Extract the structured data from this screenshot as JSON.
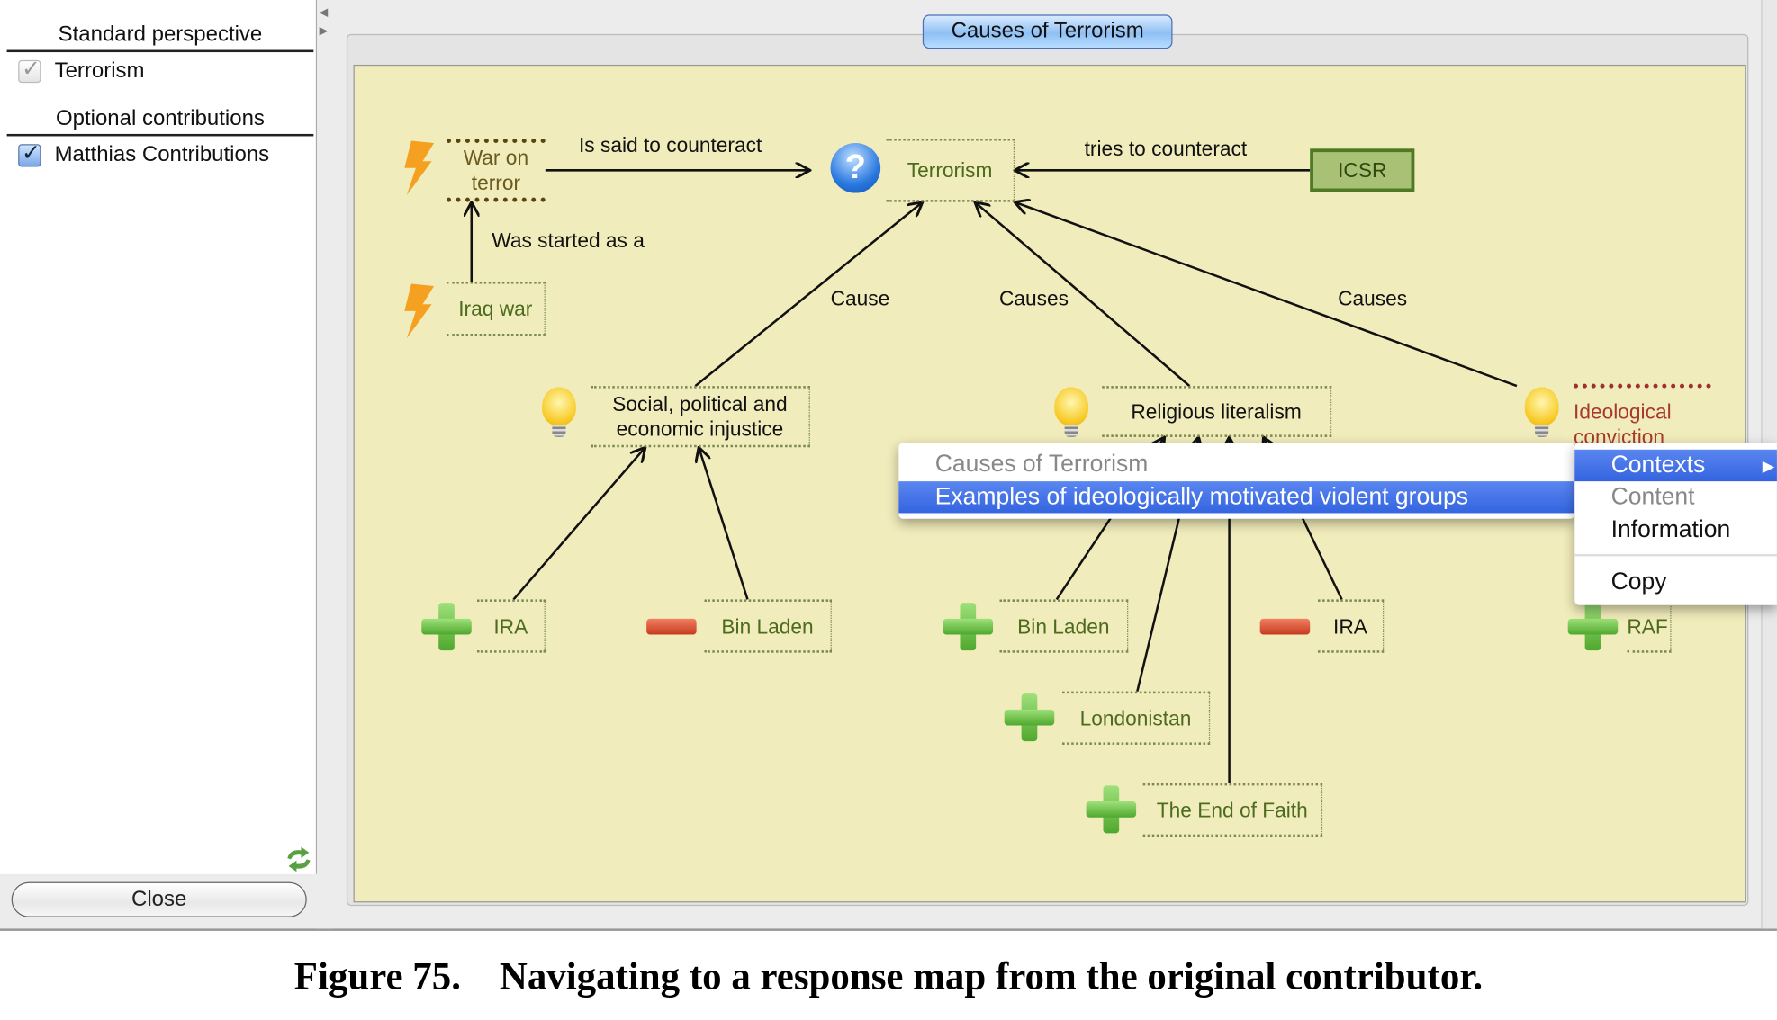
{
  "sidebar": {
    "standard_header": "Standard perspective",
    "standard_items": [
      {
        "label": "Terrorism",
        "checked": true,
        "enabled": false
      }
    ],
    "optional_header": "Optional contributions",
    "optional_items": [
      {
        "label": "Matthias Contributions",
        "checked": true,
        "enabled": true
      }
    ],
    "refresh_icon": "refresh-icon",
    "close_label": "Close"
  },
  "map": {
    "title": "Causes of Terrorism",
    "background": "#f1ecbb",
    "nodes": {
      "war_on_terror": {
        "label": "War on\nterror",
        "icon": "lightning-icon"
      },
      "terrorism": {
        "label": "Terrorism",
        "icon": "question-icon"
      },
      "icsr": {
        "label": "ICSR"
      },
      "iraq_war": {
        "label": "Iraq war",
        "icon": "lightning-icon"
      },
      "social": {
        "label": "Social, political and\neconomic injustice",
        "icon": "lightbulb-icon"
      },
      "religious": {
        "label": "Religious literalism",
        "icon": "lightbulb-icon"
      },
      "ideological": {
        "label": "Ideological\nconviction",
        "icon": "lightbulb-icon"
      },
      "ira_pro": {
        "label": "IRA",
        "icon": "plus-icon"
      },
      "binladen_con": {
        "label": "Bin Laden",
        "icon": "minus-icon"
      },
      "binladen_pro": {
        "label": "Bin Laden",
        "icon": "plus-icon"
      },
      "ira_con": {
        "label": "IRA",
        "icon": "minus-icon"
      },
      "raf": {
        "label": "RAF",
        "icon": "plus-icon"
      },
      "londonistan": {
        "label": "Londonistan",
        "icon": "plus-icon"
      },
      "end_of_faith": {
        "label": "The End of Faith",
        "icon": "plus-icon"
      }
    },
    "edges": {
      "said_counteract": "Is said to counteract",
      "tries_counteract": "tries to counteract",
      "started_as": "Was started as a",
      "cause": "Cause",
      "causes_religious": "Causes",
      "causes_ideological": "Causes"
    }
  },
  "context_menu": {
    "items": [
      {
        "label": "Contexts",
        "highlighted": true,
        "has_submenu": true
      },
      {
        "label": "Content",
        "enabled": false
      },
      {
        "label": "Information"
      },
      {
        "label": "Copy"
      }
    ],
    "submenu": [
      {
        "label": "Causes of Terrorism",
        "enabled": false
      },
      {
        "label": "Examples of ideologically motivated violent groups",
        "highlighted": true
      }
    ]
  },
  "caption": "Figure 75.    Navigating to a response map from the original contributor."
}
